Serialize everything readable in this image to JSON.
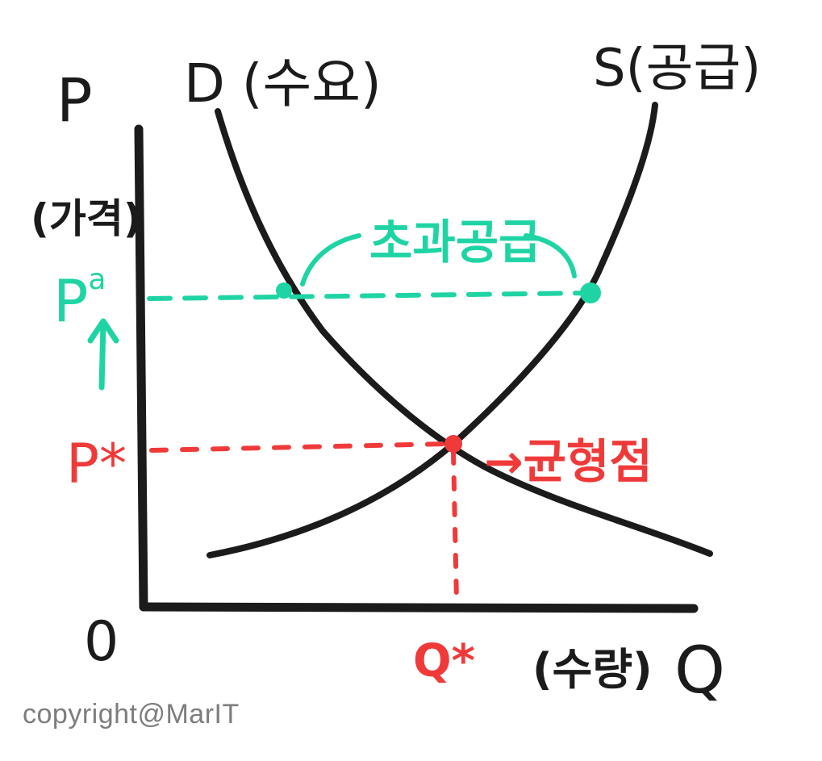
{
  "colors": {
    "ink": "#1b1b1b",
    "surplus": "#1fd4a4",
    "equilibrium": "#f03a3a",
    "watermark": "#7d7d7d"
  },
  "axes": {
    "y_symbol": "P",
    "y_label": "(가격)",
    "x_symbol": "Q",
    "x_label": "(수량)",
    "origin": "0"
  },
  "curves": {
    "demand_label": "D (수요)",
    "supply_label": "S(공급)"
  },
  "price_levels": {
    "high": "P",
    "high_superscript": "a",
    "equilibrium": "P*"
  },
  "quantity_levels": {
    "equilibrium": "Q*"
  },
  "annotations": {
    "excess_supply": "초과공급",
    "equilibrium_point": "→균형점",
    "price_rise_arrow": "up-arrow-icon"
  },
  "watermark": "copyright@MarIT"
}
